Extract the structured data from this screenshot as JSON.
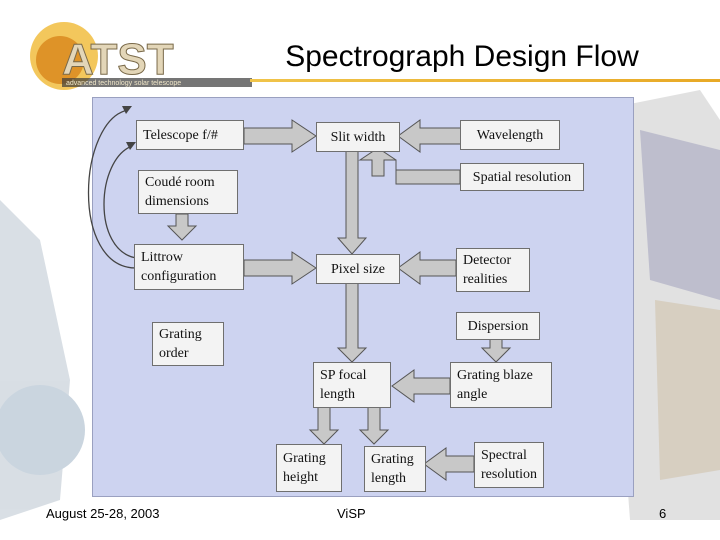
{
  "logo": {
    "text": "ATST",
    "tagline": "advanced technology solar telescope"
  },
  "title": "Spectrograph Design Flow",
  "boxes": {
    "telescope_f": "Telescope f/#",
    "slit_width": "Slit width",
    "wavelength": "Wavelength",
    "spatial_resolution": "Spatial resolution",
    "coude_room_1": "Coudé room",
    "coude_room_2": "dimensions",
    "littrow_1": "Littrow",
    "littrow_2": "configuration",
    "pixel_size": "Pixel size",
    "detector_1": "Detector",
    "detector_2": "realities",
    "dispersion": "Dispersion",
    "grating_order_1": "Grating",
    "grating_order_2": "order",
    "sp_focal_1": "SP focal",
    "sp_focal_2": "length",
    "grating_blaze_1": "Grating blaze",
    "grating_blaze_2": "angle",
    "grating_height_1": "Grating",
    "grating_height_2": "height",
    "grating_length_1": "Grating",
    "grating_length_2": "length",
    "spectral_res_1": "Spectral",
    "spectral_res_2": "resolution"
  },
  "footer": {
    "date": "August 25-28, 2003",
    "center": "ViSP",
    "page": "6"
  },
  "colors": {
    "panel": "#cdd3f0",
    "box": "#f3f3f3",
    "arrow": "#c8c8c8",
    "title_rule": "#e8a926",
    "logo_gold": "#e8a52a"
  }
}
